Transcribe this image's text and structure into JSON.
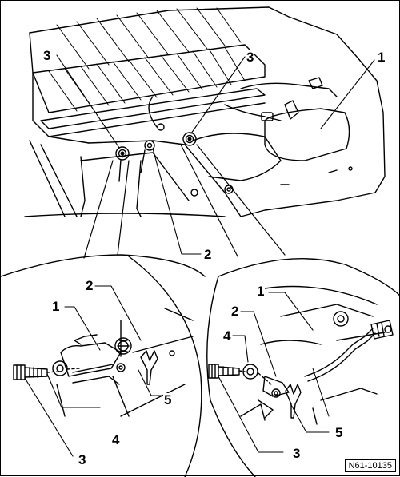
{
  "figure_id": "N61-10135",
  "callouts": {
    "main_3_left": "3",
    "main_3_right": "3",
    "main_1": "1",
    "main_2": "2",
    "left_2": "2",
    "left_1": "1",
    "left_4": "4",
    "left_5": "5",
    "left_3": "3",
    "right_1": "1",
    "right_2": "2",
    "right_4": "4",
    "right_5": "5",
    "right_3": "3"
  }
}
